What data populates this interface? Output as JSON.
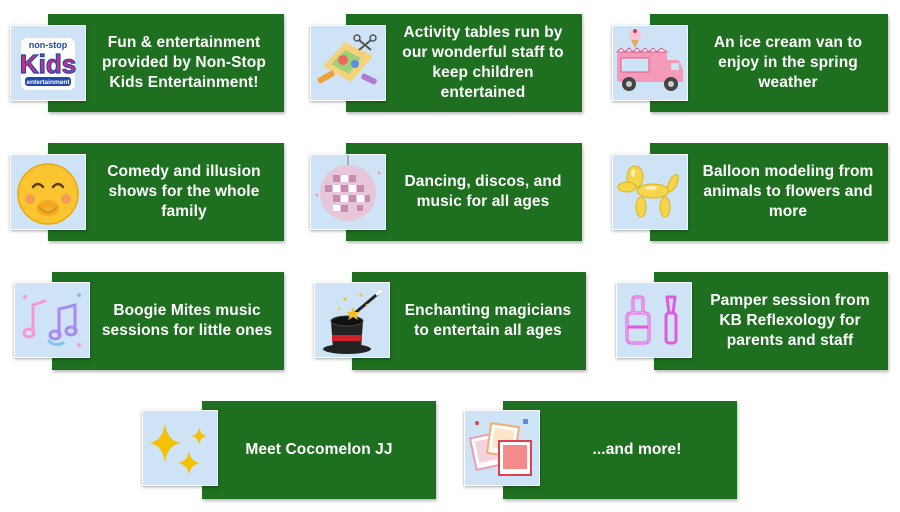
{
  "colors": {
    "card_green": "#1e7020",
    "icon_bg": "#cfe3f7",
    "text": "#ffffff"
  },
  "cards": [
    {
      "text": "Fun & entertainment provided by Non-Stop Kids Entertainment!",
      "icon": "non-stop-kids-logo-icon",
      "logo_top": "non-stop",
      "logo_main": "Kids",
      "logo_bottom": "entertainment"
    },
    {
      "text": "Activity tables run by our wonderful staff to keep children entertained",
      "icon": "craft-activity-icon"
    },
    {
      "text": "An ice cream van to enjoy in the spring weather",
      "icon": "ice-cream-van-icon"
    },
    {
      "text": "Comedy and illusion shows for the whole family",
      "icon": "laughing-emoji-icon"
    },
    {
      "text": "Dancing, discos, and music for all ages",
      "icon": "disco-ball-icon"
    },
    {
      "text": "Balloon modeling from animals to flowers and more",
      "icon": "balloon-dog-icon"
    },
    {
      "text": "Boogie Mites music sessions for little ones",
      "icon": "music-notes-icon"
    },
    {
      "text": "Enchanting magicians to entertain all ages",
      "icon": "magic-hat-icon"
    },
    {
      "text": "Pamper session from KB Reflexology for parents and staff",
      "icon": "nail-polish-icon"
    },
    {
      "text": "Meet Cocomelon JJ",
      "icon": "sparkles-icon"
    },
    {
      "text": "...and more!",
      "icon": "photo-frames-icon"
    }
  ]
}
